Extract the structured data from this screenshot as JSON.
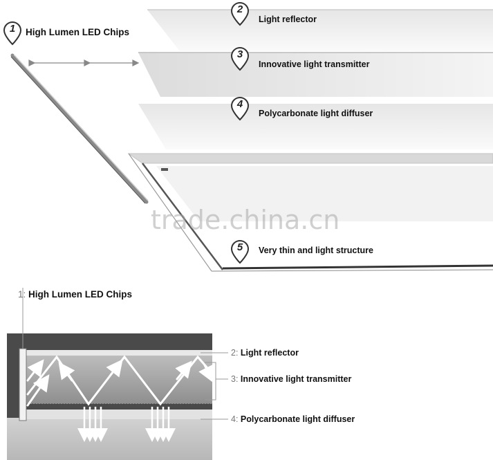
{
  "exploded_view": {
    "callouts": [
      {
        "number": "1",
        "label": "High Lumen LED Chips"
      },
      {
        "number": "2",
        "label": "Light reflector"
      },
      {
        "number": "3",
        "label": "Innovative light transmitter"
      },
      {
        "number": "4",
        "label": "Polycarbonate light diffuser"
      },
      {
        "number": "5",
        "label": "Very thin and light structure"
      }
    ],
    "watermark": "trade.china.cn"
  },
  "cross_section": {
    "labels": [
      {
        "number": "1:",
        "label": "High Lumen LED Chips"
      },
      {
        "number": "2:",
        "label": "Light reflector"
      },
      {
        "number": "3:",
        "label": "Innovative light transmitter"
      },
      {
        "number": "4:",
        "label": "Polycarbonate light diffuser"
      }
    ]
  }
}
